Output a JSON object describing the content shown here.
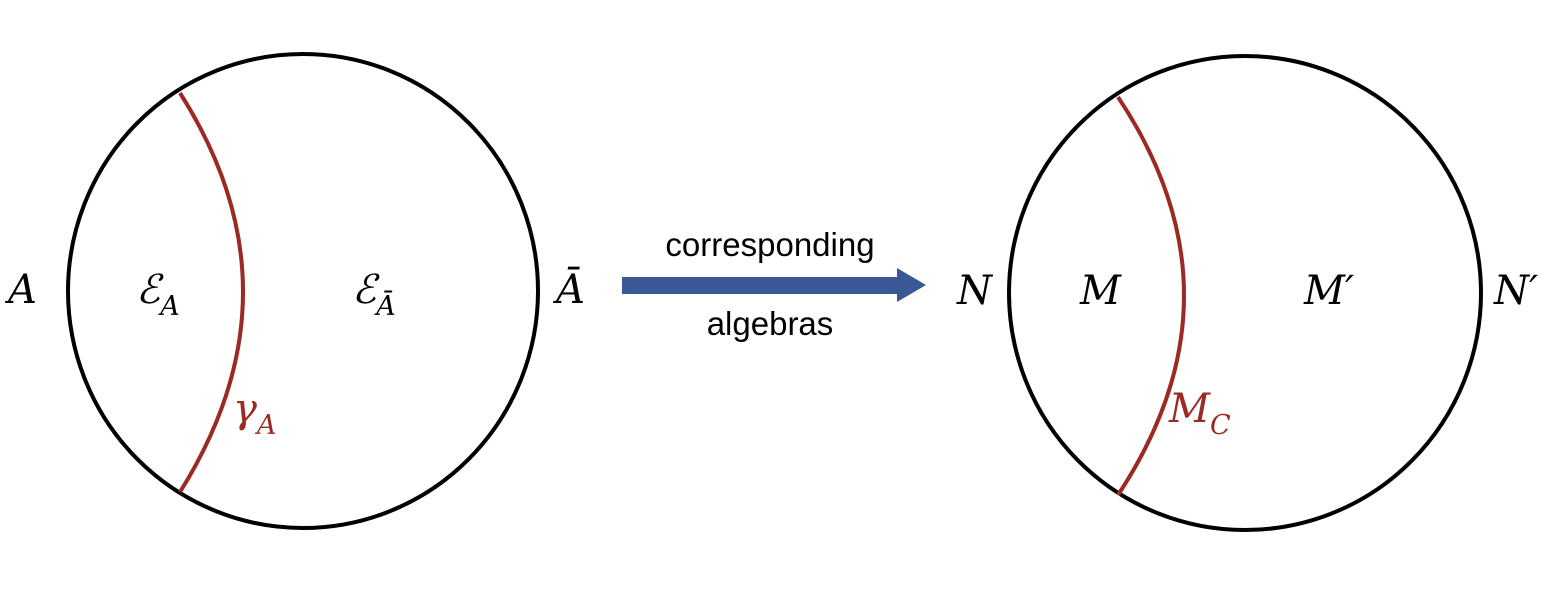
{
  "colors": {
    "circle_stroke": "#000000",
    "curve_stroke": "#9b2a24",
    "arrow_fill": "#3b5896",
    "text": "#000000",
    "curve_label": "#9b2a24"
  },
  "left_diagram": {
    "outer_left_label": "A",
    "outer_right_label": "Ā",
    "inner_left": {
      "base": "ℰ",
      "sub": "A"
    },
    "inner_right": {
      "base": "ℰ",
      "sub": "Ā"
    },
    "curve_label": {
      "base": "γ",
      "sub": "A"
    }
  },
  "arrow": {
    "label_top": "corresponding",
    "label_bottom": "algebras"
  },
  "right_diagram": {
    "outer_left_label": "N",
    "outer_right_label": "N′",
    "inner_left": "M",
    "inner_right": "M′",
    "curve_label": {
      "base": "M",
      "sub": "C"
    }
  }
}
